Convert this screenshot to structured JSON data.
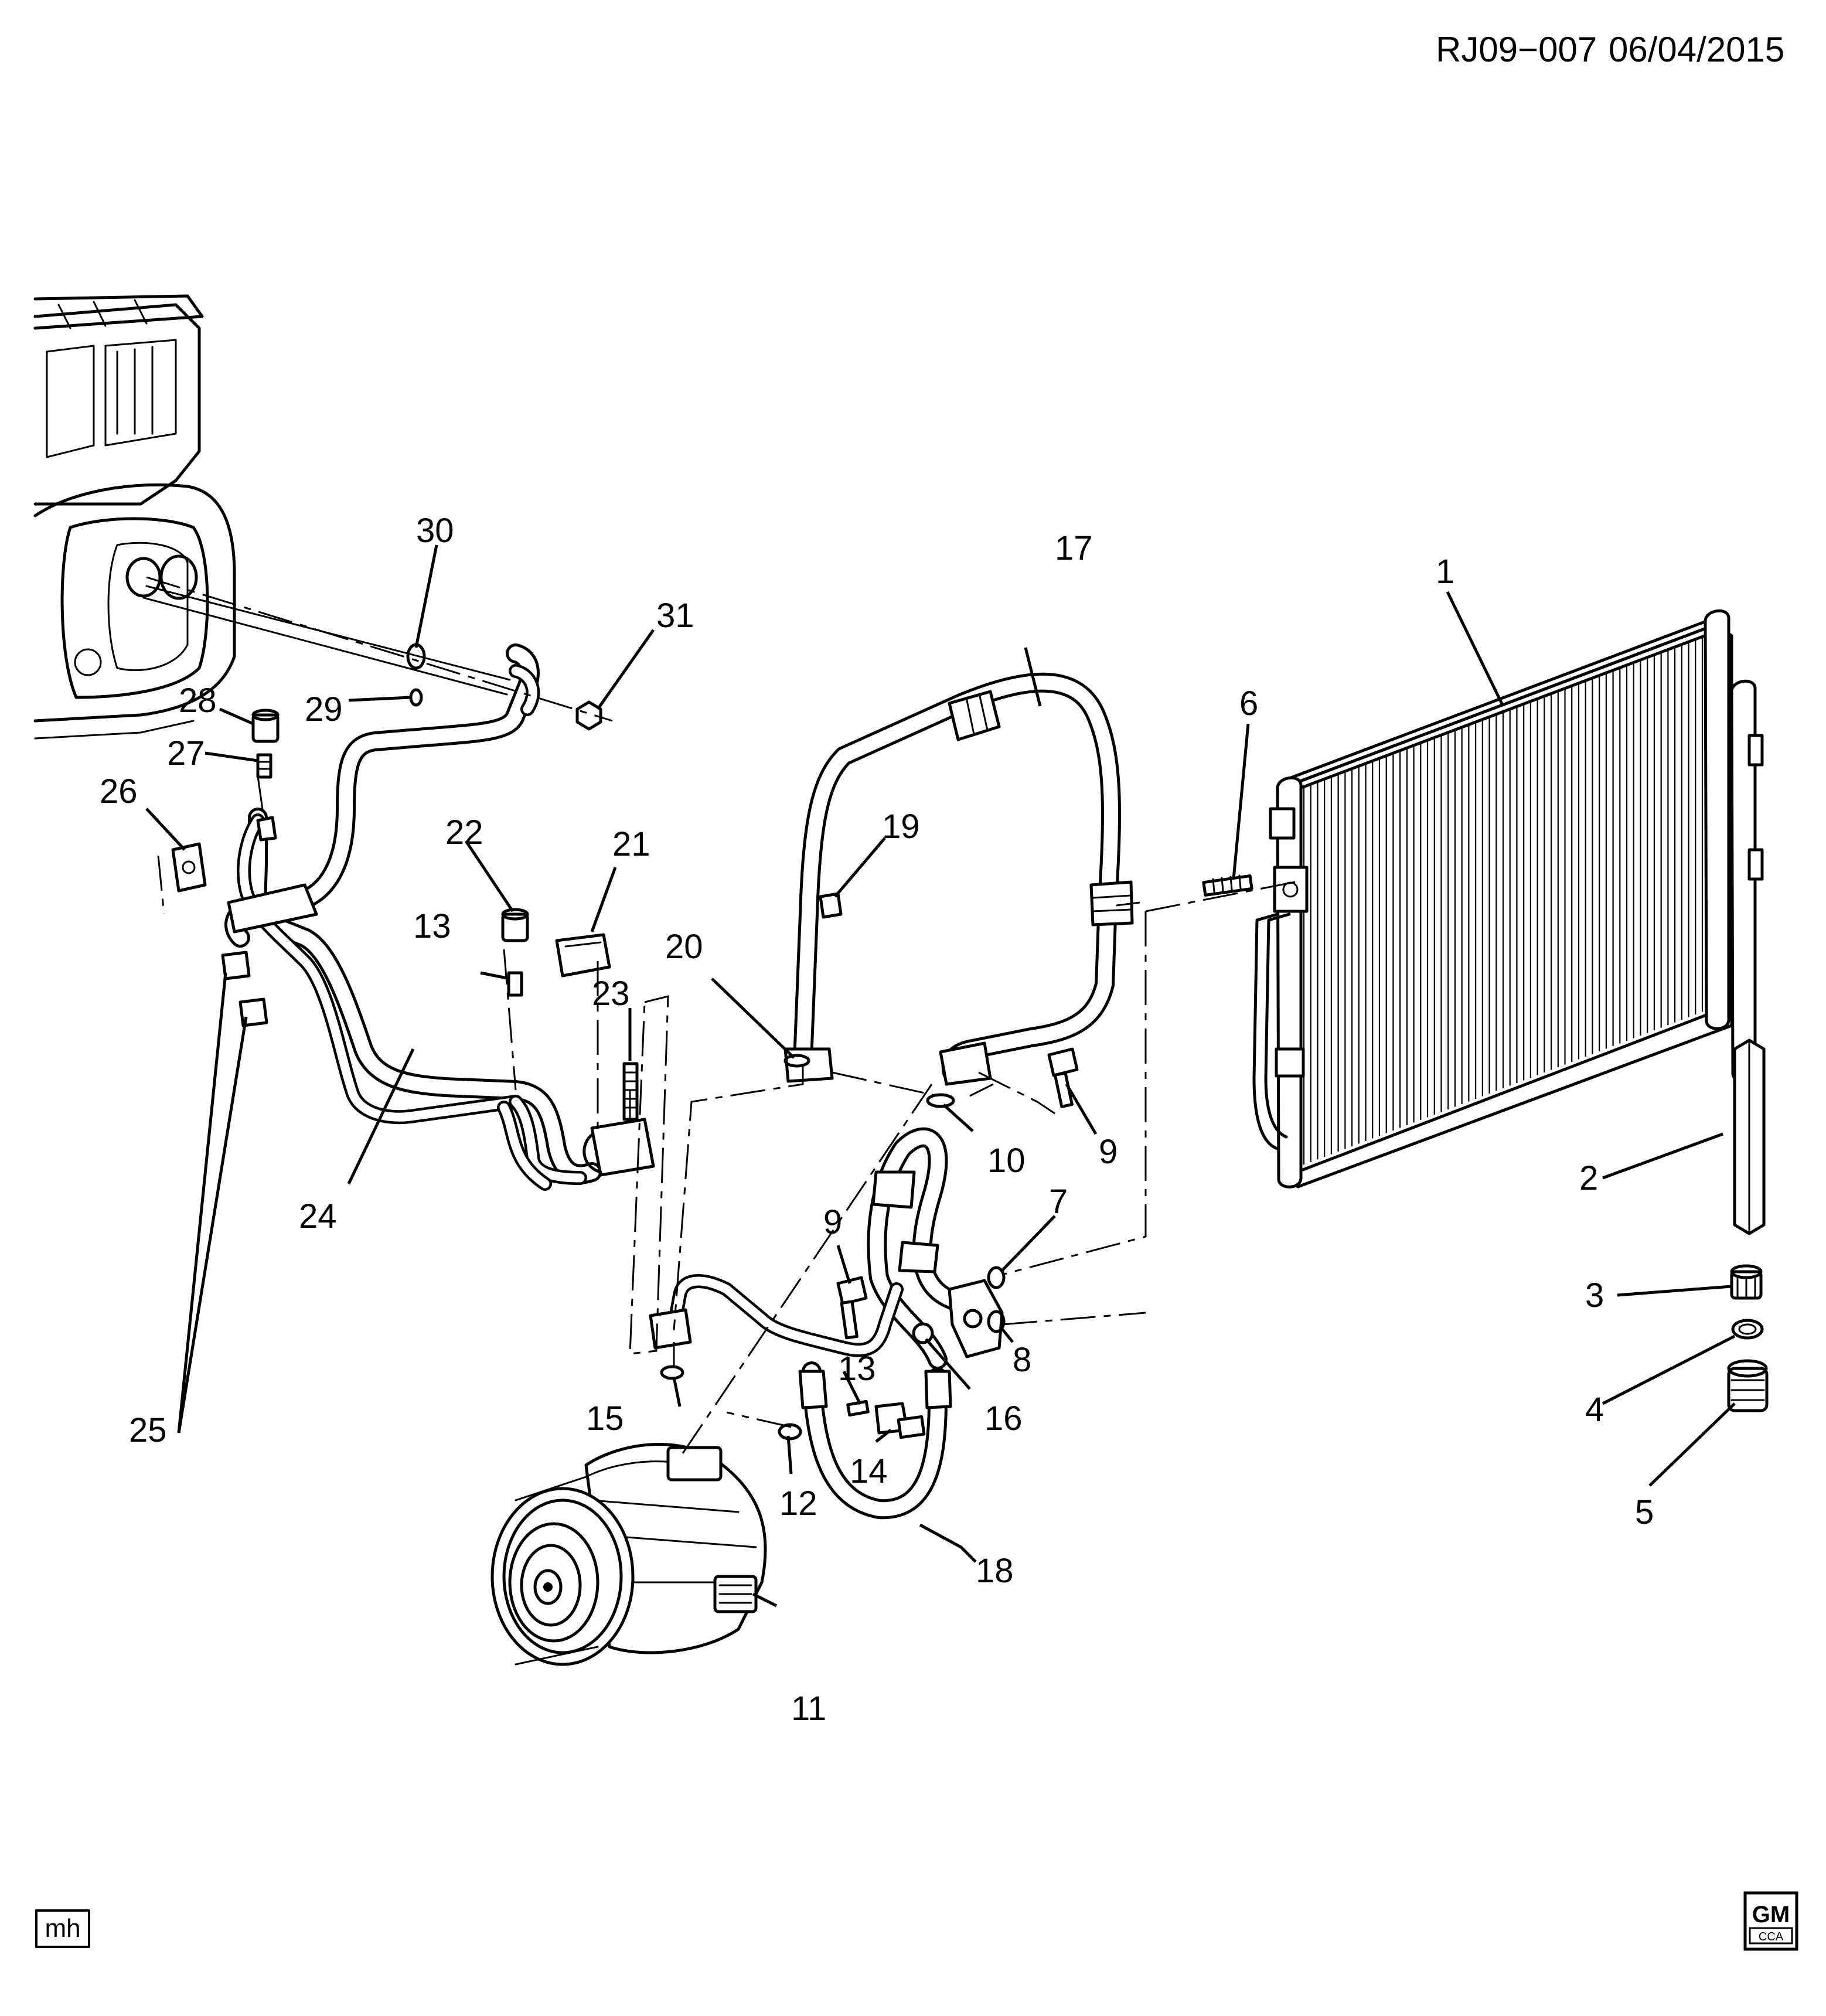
{
  "header": {
    "diagram_code": "RJ09−007",
    "date": "06/04/2015"
  },
  "footer": {
    "author_initials": "mh",
    "logo_text": "GM",
    "logo_subtext": "CCA"
  },
  "callouts": {
    "c1": "1",
    "c2": "2",
    "c3": "3",
    "c4": "4",
    "c5": "5",
    "c6": "6",
    "c7": "7",
    "c8": "8",
    "c9a": "9",
    "c9b": "9",
    "c10": "10",
    "c11": "11",
    "c12": "12",
    "c13a": "13",
    "c13b": "13",
    "c14": "14",
    "c15": "15",
    "c16": "16",
    "c17": "17",
    "c18": "18",
    "c19": "19",
    "c20": "20",
    "c21": "21",
    "c22": "22",
    "c23": "23",
    "c24": "24",
    "c25": "25",
    "c26": "26",
    "c27": "27",
    "c28": "28",
    "c29": "29",
    "c30": "30",
    "c31": "31"
  }
}
